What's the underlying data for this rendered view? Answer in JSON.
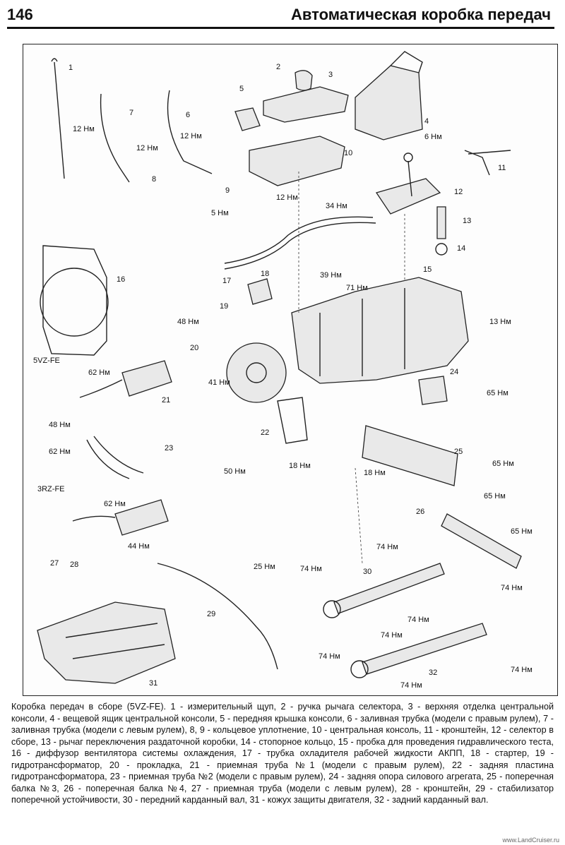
{
  "header": {
    "page_number": "146",
    "chapter_title": "Автоматическая коробка передач"
  },
  "diagram": {
    "callouts": [
      "1",
      "2",
      "3",
      "4",
      "5",
      "6",
      "7",
      "8",
      "9",
      "10",
      "11",
      "12",
      "13",
      "14",
      "15",
      "16",
      "17",
      "18",
      "19",
      "20",
      "21",
      "22",
      "23",
      "24",
      "25",
      "26",
      "27",
      "28",
      "29",
      "30",
      "31",
      "32"
    ],
    "variant_labels": [
      "5VZ-FE",
      "3RZ-FE"
    ],
    "torques": [
      "12 Нм",
      "12 Нм",
      "12 Нм",
      "6 Нм",
      "12 Нм",
      "5 Нм",
      "34 Нм",
      "39 Нм",
      "71 Нм",
      "48 Нм",
      "41 Нм",
      "62 Нм",
      "48 Нм",
      "62 Нм",
      "18 Нм",
      "65 Нм",
      "50 Нм",
      "62 Нм",
      "44 Нм",
      "18 Нм",
      "65 Нм",
      "65 Нм",
      "65 Нм",
      "74 Нм",
      "25 Нм",
      "74 Нм",
      "74 Нм",
      "74 Нм",
      "74 Нм",
      "74 Нм",
      "74 Нм",
      "74 Нм",
      "13 Нм"
    ]
  },
  "caption": "Коробка передач в сборе (5VZ-FE). 1 - измерительный щуп, 2 - ручка рычага селектора, 3 - верхняя отделка центральной консоли, 4 - вещевой ящик центральной консоли, 5 - передняя крышка консоли, 6 - заливная трубка (модели с правым рулем), 7 - заливная трубка (модели с левым рулем), 8, 9 - кольцевое уплотнение, 10 - центральная консоль, 11 - кронштейн, 12 - селектор в сборе, 13 - рычаг переключения раздаточной коробки, 14 - стопорное кольцо, 15 - пробка для проведения гидравлического теста, 16 - диффузор вентилятора системы охлаждения, 17 - трубка охладителя рабочей жидкости АКПП, 18 - стартер, 19 - гидротрансформатор, 20 - прокладка, 21 - приемная труба №1 (модели с правым рулем), 22 - задняя пластина гидротрансформатора, 23 - приемная труба №2 (модели с правым рулем), 24 - задняя опора силового агрегата, 25 - поперечная балка №3, 26 - поперечная балка №4, 27 - приемная труба (модели с левым рулем), 28 - кронштейн, 29 - стабилизатор поперечной устойчивости, 30 - передний карданный вал, 31 - кожух защиты двигателя, 32 - задний карданный вал.",
  "footer": "www.LandCruiser.ru"
}
